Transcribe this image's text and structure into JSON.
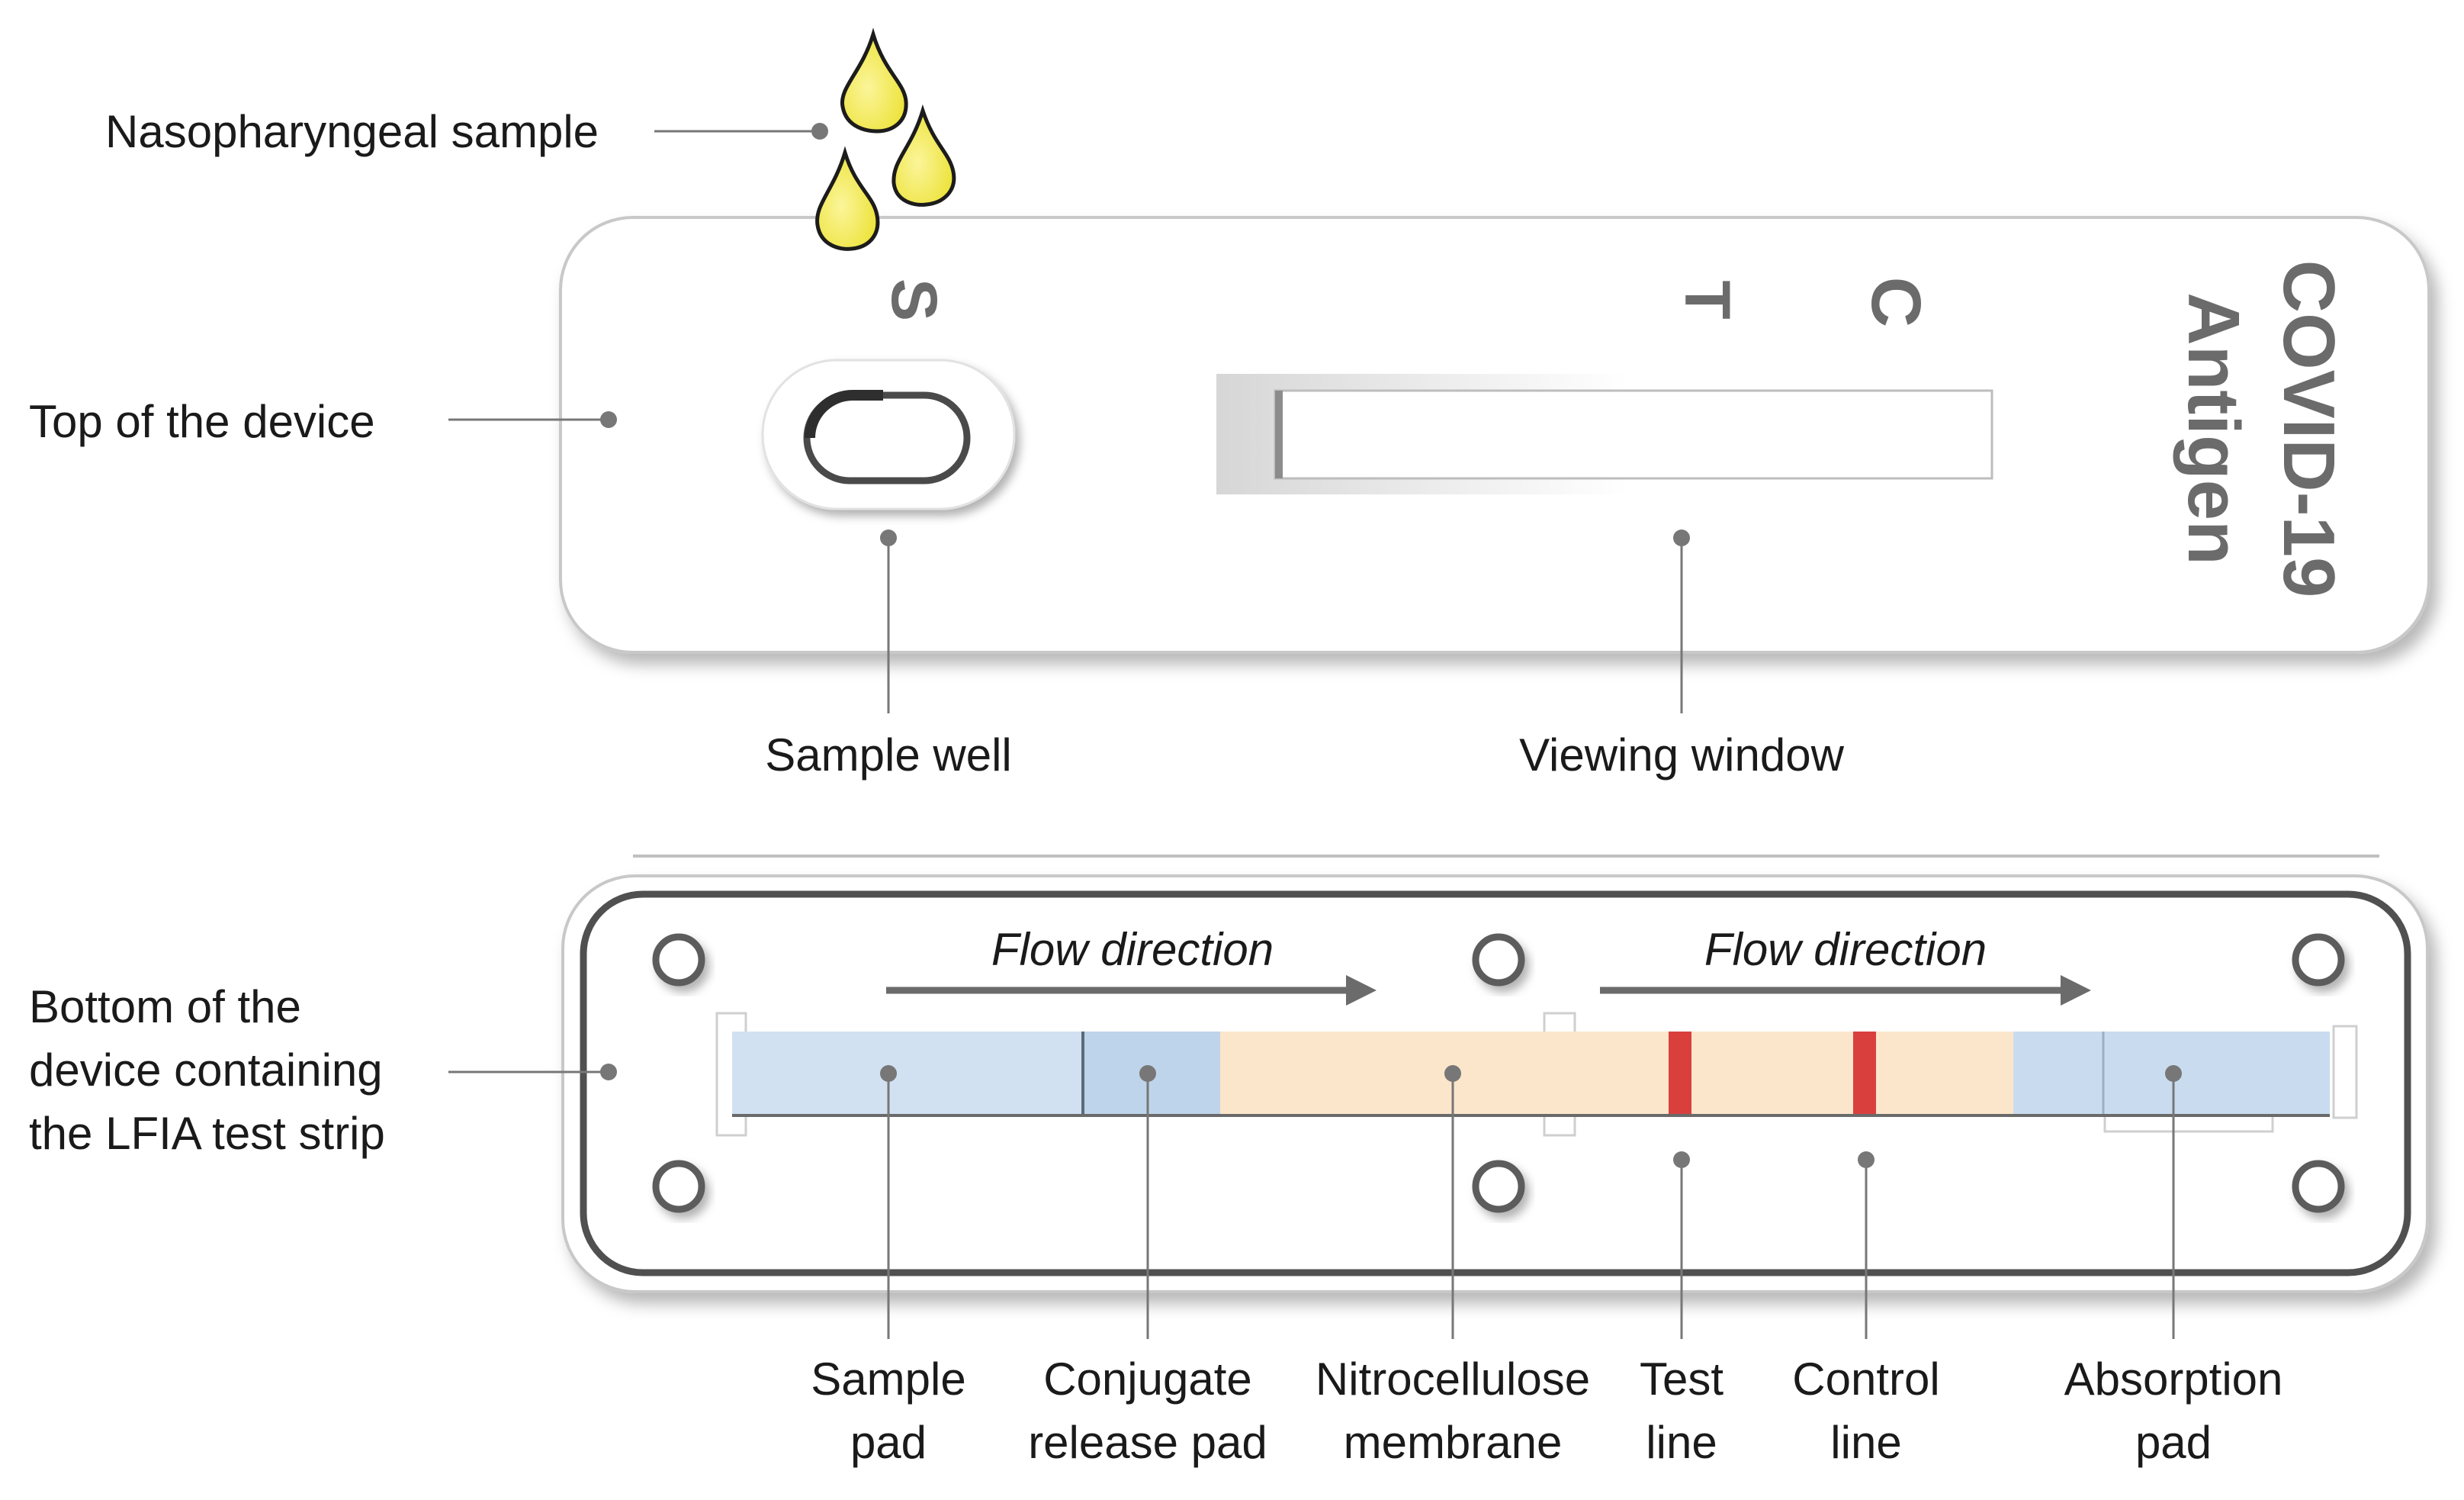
{
  "top_device": {
    "label": "Top of the device",
    "mark_s": "S",
    "mark_t": "T",
    "mark_c": "C",
    "brand_line1": "COVID-19",
    "brand_line2": "Antigen",
    "sample_label": "Nasopharyngeal sample",
    "well_label": "Sample well",
    "window_label": "Viewing window"
  },
  "bottom_device": {
    "label_lines": [
      "Bottom of the",
      "device containing",
      "the LFIA test strip"
    ],
    "flow_label_1": "Flow direction",
    "flow_label_2": "Flow direction",
    "components": [
      {
        "line1": "Sample",
        "line2": "pad"
      },
      {
        "line1": "Conjugate",
        "line2": "release pad"
      },
      {
        "line1": "Nitrocellulose",
        "line2": "membrane"
      },
      {
        "line1": "Test",
        "line2": "line"
      },
      {
        "line1": "Control",
        "line2": "line"
      },
      {
        "line1": "Absorption",
        "line2": "pad"
      }
    ]
  },
  "colors": {
    "pad_blue": "#c9dcef",
    "membrane": "#fbe6cb",
    "line_red": "#d9403d",
    "drop_yellow": "#f5ee5a",
    "device_gray": "#c8c8c8",
    "leader_gray": "#777777"
  }
}
